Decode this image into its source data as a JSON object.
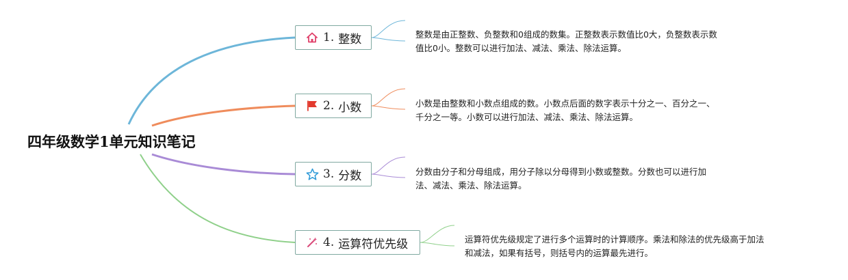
{
  "root": {
    "title": "四年级数学1单元知识笔记"
  },
  "topics": [
    {
      "number": "1.",
      "label": "整数",
      "icon": "house-icon",
      "color": "#6db6d9",
      "note_lines": [
        "整数是由正整数、负整数和0组成的数集。正整数表示数值比0大，负整数表示数",
        "值比0小。整数可以进行加法、减法、乘法、除法运算。"
      ]
    },
    {
      "number": "2.",
      "label": "小数",
      "icon": "red-flag-icon",
      "color": "#ef8c5c",
      "note_lines": [
        "小数是由整数和小数点组成的数。小数点后面的数字表示十分之一、百分之一、",
        "千分之一等。小数可以进行加法、减法、乘法、除法运算。"
      ]
    },
    {
      "number": "3.",
      "label": "分数",
      "icon": "star-icon",
      "color": "#a98bd6",
      "note_lines": [
        "分数由分子和分母组成，用分子除以分母得到小数或整数。分数也可以进行加",
        "法、减法、乘法、除法运算。"
      ]
    },
    {
      "number": "4.",
      "label": "运算符优先级",
      "icon": "magic-wand-icon",
      "color": "#8fd08a",
      "note_lines": [
        "运算符优先级规定了进行多个运算时的计算顺序。乘法和除法的优先级高于加法",
        "和减法，如果有括号，则括号内的运算最先进行。"
      ]
    }
  ]
}
